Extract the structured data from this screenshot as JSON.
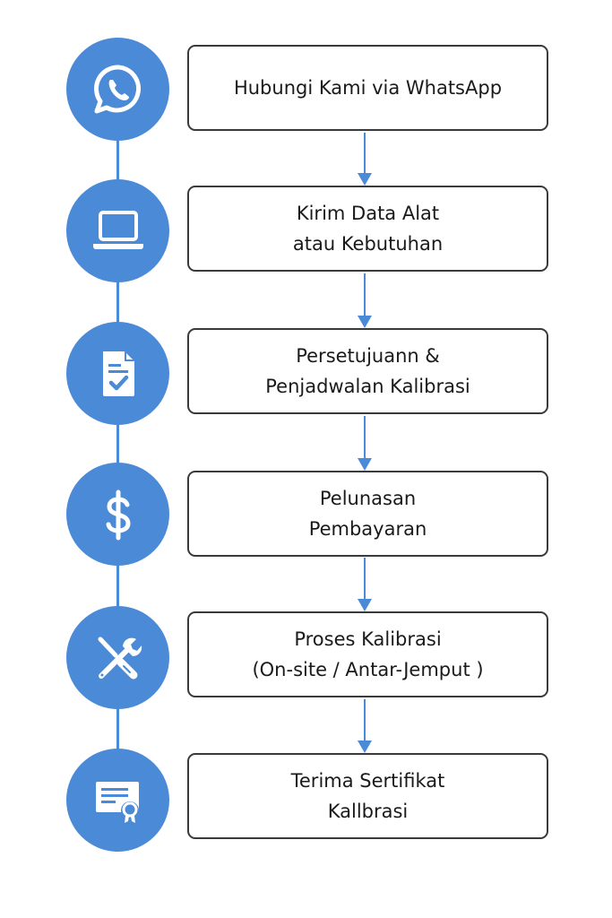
{
  "colors": {
    "accent": "#4a8ad6",
    "box_border": "#3a3a3a",
    "text": "#1a1a1a"
  },
  "steps": [
    {
      "icon": "whatsapp-icon",
      "lines": [
        "Hubungi Kami via WhatsApp"
      ]
    },
    {
      "icon": "laptop-icon",
      "lines": [
        "Kirim Data Alat",
        "atau Kebutuhan"
      ]
    },
    {
      "icon": "document-check-icon",
      "lines": [
        "Persetujuann &",
        "Penjadwalan Kalibrasi"
      ]
    },
    {
      "icon": "dollar-icon",
      "lines": [
        "Pelunasan",
        "Pembayaran"
      ]
    },
    {
      "icon": "tools-icon",
      "lines": [
        "Proses Kalibrasi",
        "(On-site / Antar-Jemput )"
      ]
    },
    {
      "icon": "certificate-icon",
      "lines": [
        "Terima Sertifikat",
        "Kallbrasi"
      ]
    }
  ]
}
